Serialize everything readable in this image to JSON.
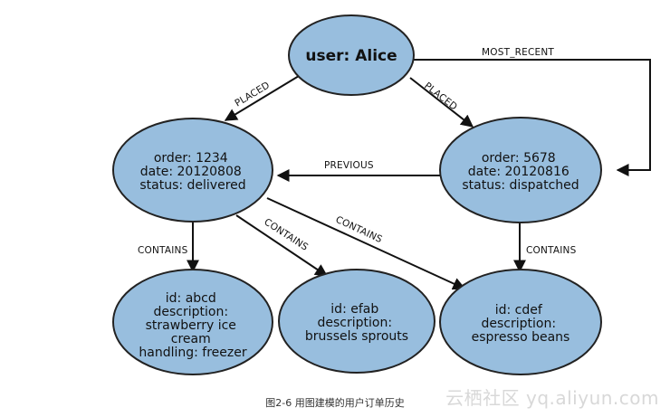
{
  "nodes": {
    "alice": {
      "lines": [
        "user: Alice"
      ]
    },
    "order1234": {
      "lines": [
        "order: 1234",
        "date: 20120808",
        "status: delivered"
      ]
    },
    "order5678": {
      "lines": [
        "order: 5678",
        "date: 20120816",
        "status: dispatched"
      ]
    },
    "abcd": {
      "lines": [
        "id: abcd",
        "description:",
        "strawberry ice",
        "cream",
        "handling: freezer"
      ]
    },
    "efab": {
      "lines": [
        "id: efab",
        "description:",
        "brussels sprouts"
      ]
    },
    "cdef": {
      "lines": [
        "id: cdef",
        "description:",
        "espresso beans"
      ]
    }
  },
  "edges": {
    "placed_left": "PLACED",
    "placed_right": "PLACED",
    "most_recent": "MOST_RECENT",
    "previous": "PREVIOUS",
    "contains_abcd": "CONTAINS",
    "contains_efab": "CONTAINS",
    "contains_cdef_from_1234": "CONTAINS",
    "contains_cdef_from_5678": "CONTAINS"
  },
  "caption": "图2-6 用图建模的用户订单历史",
  "watermark": "云栖社区 yq.aliyun.com"
}
